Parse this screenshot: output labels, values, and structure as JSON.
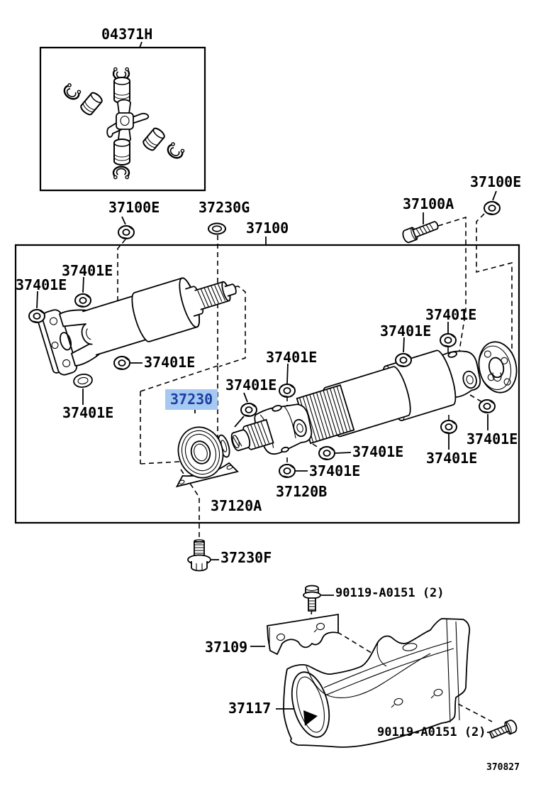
{
  "diagram": {
    "code": "370827",
    "highlight_bg": "#a6c9f3",
    "highlight_text": "#1e3f9e",
    "line_color": "#000000",
    "background": "#ffffff"
  },
  "parts": {
    "spider_kit": "04371H",
    "shaft_assembly": "37100",
    "shaft_nut": "37100E",
    "shaft_bolt": "37100A",
    "center_bearing_washer": "37230G",
    "center_support_bearing": "37230",
    "flange_nut": "37401E",
    "spacer_washer": "37120A",
    "spacer_bearing": "37120B",
    "center_bearing_bolt": "37230F",
    "shield_bolt": "90119-A0151 (2)",
    "bracket": "37109",
    "heat_shield": "37117"
  }
}
